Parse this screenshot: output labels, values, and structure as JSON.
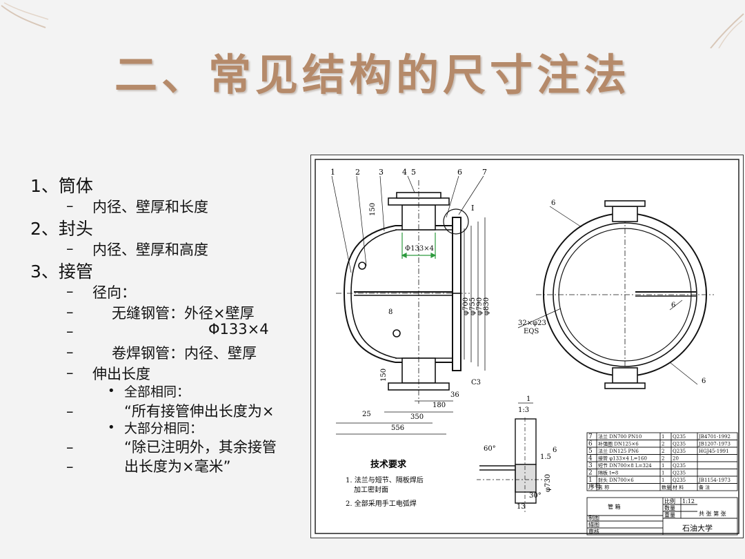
{
  "title": "二、常见结构的尺寸注法",
  "outline": {
    "s1": "1、筒体",
    "s1a": "内径、壁厚和长度",
    "s2": "2、封头",
    "s2a": "内径、壁厚和高度",
    "s3": "3、接管",
    "s3a": "径向：",
    "s3b": "无缝钢管：外径×壁厚",
    "s3c": "Φ133×4",
    "s3d": "卷焊钢管：内径、壁厚",
    "s3e": "伸出长度",
    "s3f": "全部相同：",
    "s3g": "“所有接管伸出长度为×",
    "s3h": "大部分相同：",
    "s3i": "“除已注明外，其余接管",
    "s3j": "出长度为×毫米”",
    "dash": "–",
    "bullet": "•"
  },
  "drawing": {
    "leaders": [
      "1",
      "2",
      "3",
      "4",
      "5",
      "6",
      "7"
    ],
    "pipe_dim": "Φ133×4",
    "dims_v": [
      "φ700",
      "φ755",
      "φ790",
      "φ830"
    ],
    "dim_150": "150",
    "dim_8": "8",
    "dim_c3": "C3",
    "dim_36": "36",
    "dim_180": "180",
    "dim_350": "350",
    "dim_25": "25",
    "dim_556": "556",
    "detail_i": "I",
    "scale_top": "1",
    "scale_bottom": "1:3",
    "ang_60": "60°",
    "ang_30": "30°",
    "d730": "φ730",
    "d15": "1.5",
    "d6": "6",
    "d13": "13",
    "weld6": "6",
    "weld66": "6",
    "holes": "32×φ23",
    "eqs": "EQS",
    "req_title": "技术要求",
    "req1": "1. 法兰与短节、隔板焊后",
    "req1b": "加工密封面",
    "req2": "2. 全部采用手工电弧焊",
    "bom": [
      {
        "no": "7",
        "name": "法兰 DN700 PN10",
        "qty": "1",
        "mat": "Q235",
        "std": "JB4701-1992"
      },
      {
        "no": "6",
        "name": "补强圈 DN125×6",
        "qty": "2",
        "mat": "Q235",
        "std": "JB1207-1973"
      },
      {
        "no": "5",
        "name": "法兰 DN125 PN6",
        "qty": "2",
        "mat": "Q235",
        "std": "HGJ45-1991"
      },
      {
        "no": "4",
        "name": "接管 φ133×4 L=160",
        "qty": "2",
        "mat": "20",
        "std": ""
      },
      {
        "no": "3",
        "name": "短节 DN700×8 L=324",
        "qty": "1",
        "mat": "Q235",
        "std": ""
      },
      {
        "no": "2",
        "name": "隔板 t=8",
        "qty": "1",
        "mat": "Q235",
        "std": ""
      },
      {
        "no": "1",
        "name": "封头 DN700×6",
        "qty": "1",
        "mat": "Q235",
        "std": "JB1154-1973"
      }
    ],
    "bom_header": {
      "no": "序号",
      "name": "名 称",
      "qty": "数量",
      "mat": "材 料",
      "std": "备 注"
    },
    "tb_name": "管 箱",
    "tb_scale_label": "比例",
    "tb_scale": "1:12",
    "tb_qty_label": "数量",
    "tb_weight": "重量",
    "tb_sheet": "共 张 第 张",
    "tb_draw": "制图",
    "tb_design": "描图",
    "tb_check": "审核",
    "tb_school": "石油大学"
  }
}
